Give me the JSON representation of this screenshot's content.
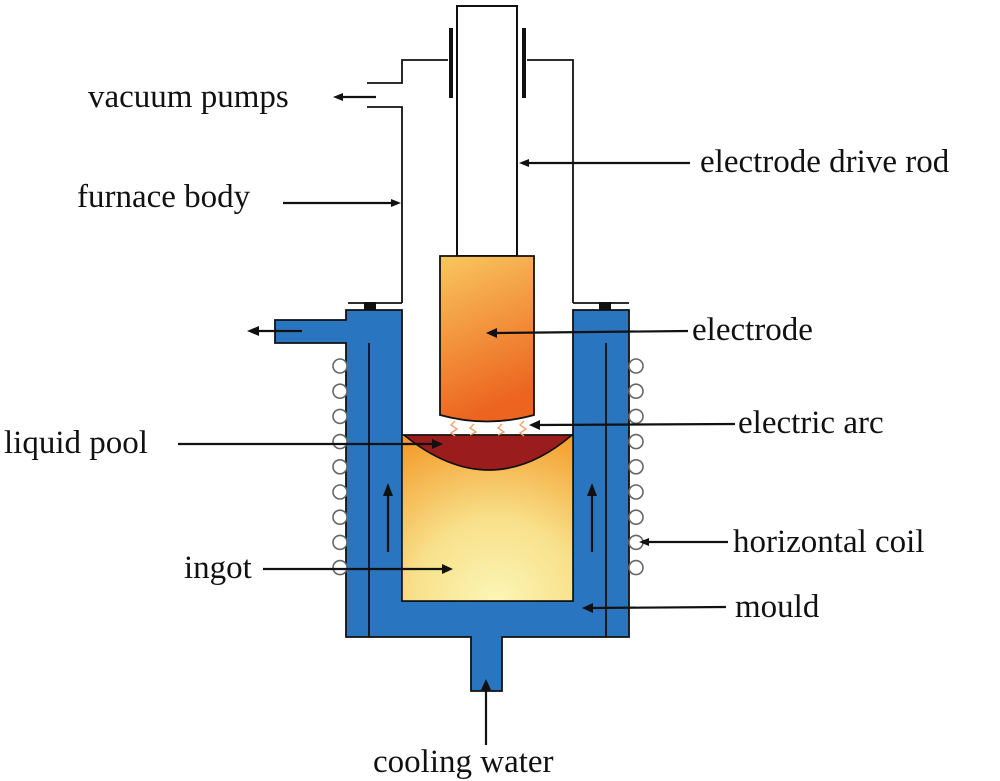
{
  "figure": {
    "title": "Vacuum arc remelting furnace schematic",
    "labels": {
      "vacuum_pumps": "vacuum pumps",
      "furnace_body": "furnace body",
      "electrode_drive_rod": "electrode drive rod",
      "electrode": "electrode",
      "electric_arc": "electric arc",
      "liquid_pool": "liquid pool",
      "ingot": "ingot",
      "horizontal_coil": "horizontal coil",
      "mould": "mould",
      "cooling_water": "cooling water"
    },
    "colors": {
      "mould_blue": "#2a75c0",
      "electrode_top": "#f8c25a",
      "electrode_bottom": "#ee6a22",
      "liquid_pool": "#9a1c1c",
      "ingot_top": "#f4a030",
      "ingot_bottom": "#fbf4b0",
      "arc": "#f0a070"
    },
    "coil_turns_per_side": 9
  }
}
